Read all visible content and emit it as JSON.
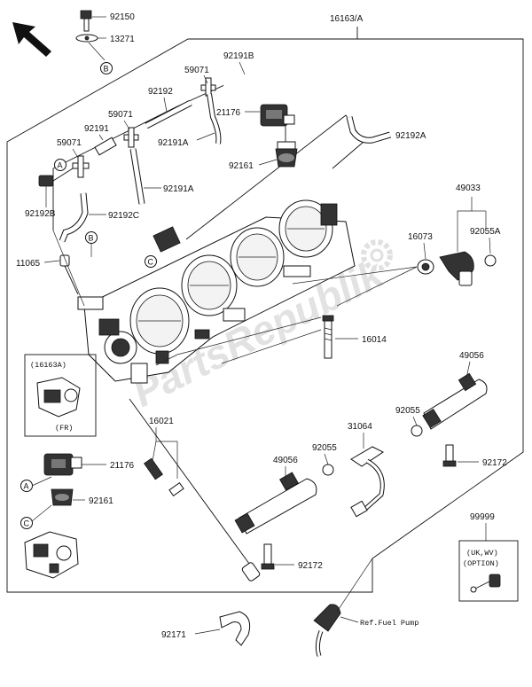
{
  "assembly_label": "16163/A",
  "part_numbers": {
    "p92150": "92150",
    "p13271": "13271",
    "p92191B": "92191B",
    "p59071a": "59071",
    "p92192": "92192",
    "p21176a": "21176",
    "p59071b": "59071",
    "p92191": "92191",
    "p92191A_a": "92191A",
    "p59071c": "59071",
    "p92192A": "92192A",
    "p92161a": "92161",
    "p92191A_b": "92191A",
    "p92192B": "92192B",
    "p92192C": "92192C",
    "p49033": "49033",
    "p16073": "16073",
    "p92055A": "92055A",
    "p11065": "11065",
    "p16014": "16014",
    "p49056a": "49056",
    "p16021": "16021",
    "p92055a": "92055",
    "p31064": "31064",
    "p92055b": "92055",
    "p49056b": "49056",
    "p92172a": "92172",
    "p21176b": "21176",
    "p92161b": "92161",
    "p92172b": "92172",
    "p99999": "99999",
    "p92171": "92171"
  },
  "callouts": {
    "A": "A",
    "B": "B",
    "C": "C"
  },
  "inset": {
    "title": "(16163A)",
    "note": "(FR)"
  },
  "option_box": {
    "line1": "(UK,WV)",
    "line2": "(OPTION)"
  },
  "ref_text": "Ref.Fuel Pump",
  "watermark": "PartsRepublik"
}
